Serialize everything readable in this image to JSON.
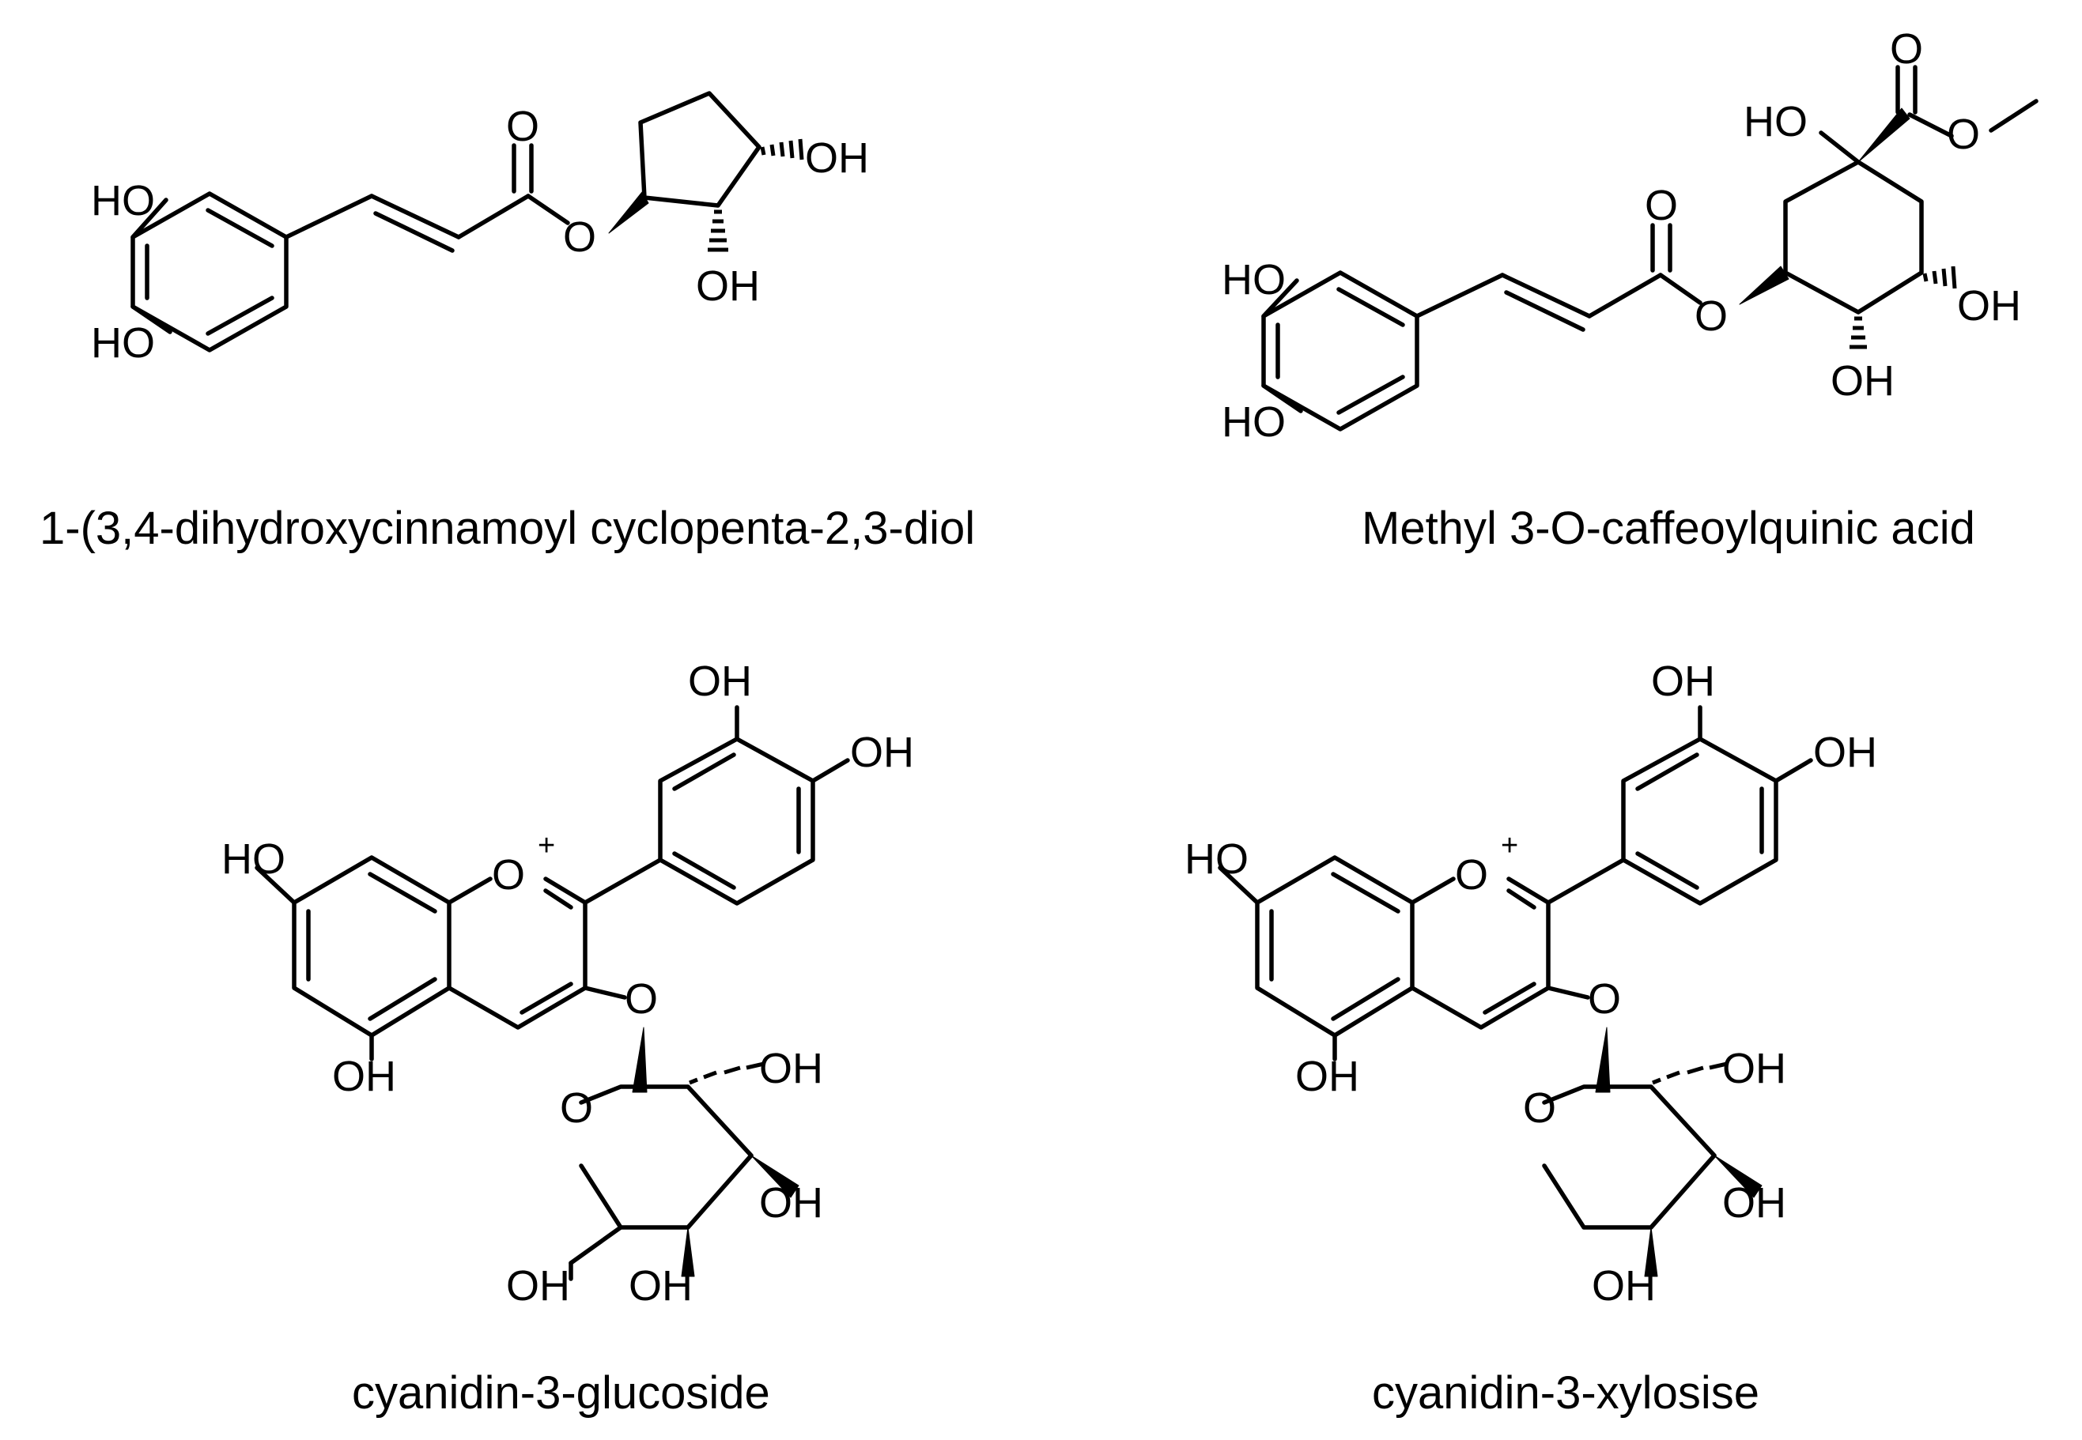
{
  "figure": {
    "compounds": [
      {
        "id": "c1",
        "name": "1-(3,4-dihydroxycinnamoyl cyclopenta-2,3-diol"
      },
      {
        "id": "c2",
        "name": "Methyl 3-O-caffeoylquinic acid"
      },
      {
        "id": "c3",
        "name": "cyanidin-3-glucoside"
      },
      {
        "id": "c4",
        "name": "cyanidin-3-xylosise"
      }
    ],
    "atom_labels": {
      "ho": "HO",
      "oh": "OH",
      "o": "O",
      "plus": "+"
    }
  }
}
